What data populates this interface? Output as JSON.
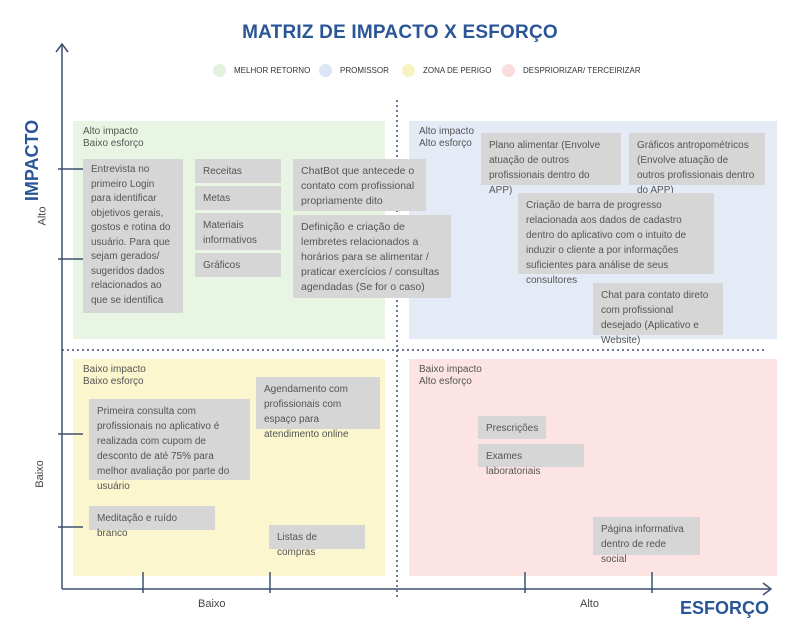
{
  "title": "MATRIZ DE IMPACTO X ESFORÇO",
  "legend": [
    {
      "label": "MELHOR RETORNO",
      "color": "#e3f2dc"
    },
    {
      "label": "PROMISSOR",
      "color": "#dbe5f5"
    },
    {
      "label": "ZONA DE PERIGO",
      "color": "#f7f2c2"
    },
    {
      "label": "DESPRIORIZAR/ TERCEIRIZAR",
      "color": "#fbdcdc"
    }
  ],
  "axes": {
    "y_title": "IMPACTO",
    "x_title": "ESFORÇO",
    "y_high": "Alto",
    "y_low": "Baixo",
    "x_low": "Baixo",
    "x_high": "Alto",
    "axis_color": "#3d4f6e"
  },
  "quadrants": {
    "top_left": {
      "color": "#e9f5e3",
      "line1": "Alto impacto",
      "line2": "Baixo esforço"
    },
    "top_right": {
      "color": "#e4ebf7",
      "line1": "Alto impacto",
      "line2": "Alto esforço"
    },
    "bottom_left": {
      "color": "#fbf6cd",
      "line1": "Baixo impacto",
      "line2": "Baixo esforço"
    },
    "bottom_right": {
      "color": "#fce4e4",
      "line1": "Baixo impacto",
      "line2": "Alto esforço"
    }
  },
  "cards": {
    "entrevista": "Entrevista no primeiro Login para identificar objetivos gerais, gostos e rotina do usuário. Para que sejam gerados/ sugeridos dados relacionados ao que se identifica",
    "receitas": "Receitas",
    "metas": "Metas",
    "materiais": "Materiais informativos",
    "graficos": "Gráficos",
    "chatbot": "ChatBot que antecede o contato com profissional propriamente dito",
    "lembretes": "Definição e criação de lembretes relacionados a horários para se alimentar / praticar exercícios / consultas agendadas (Se for o caso)",
    "plano": "Plano alimentar (Envolve atuação de outros profissionais dentro do APP)",
    "antropometricos": "Gráficos antropométricos (Envolve atuação de outros profissionais dentro do APP)",
    "barra": "Criação de barra de progresso relacionada aos dados de cadastro dentro do aplicativo com o intuito de induzir o cliente a por informações suficientes para análise de seus consultores",
    "chat_direto": "Chat para contato direto com profissional desejado (Aplicativo e Website)",
    "agendamento": "Agendamento com profissionais com espaço para atendimento online",
    "primeira_consulta": "Primeira consulta com profissionais no aplicativo é realizada com cupom de desconto de até 75% para melhor avaliação por parte do usuário",
    "meditacao": "Meditação e ruído branco",
    "listas": "Listas de compras",
    "prescricoes": "Prescrições",
    "exames": "Exames laboratoriais",
    "pagina": "Página informativa dentro de rede social"
  }
}
